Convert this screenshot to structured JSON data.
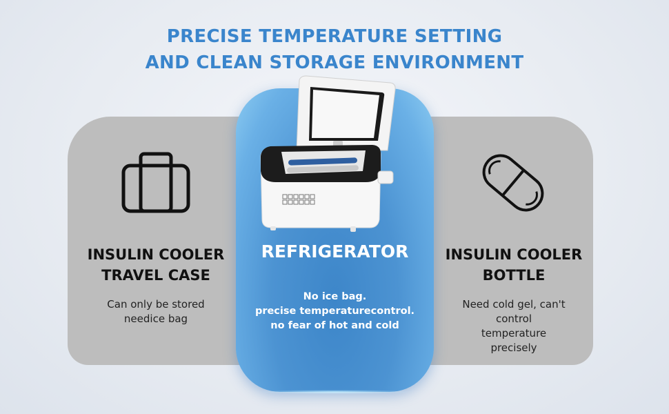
{
  "header": {
    "title_line1": "PRECISE TEMPERATURE SETTING",
    "title_line2": "AND CLEAN STORAGE ENVIRONMENT",
    "title_color": "#3a85cc"
  },
  "cards": [
    {
      "icon": "suitcase-icon",
      "heading_line1": "INSULIN COOLER",
      "heading_line2": "TRAVEL CASE",
      "desc_lines": [
        "Can only be stored",
        "needice bag"
      ],
      "bg_color": "#bdbdbd"
    },
    {
      "icon": "portable-fridge-image",
      "heading_line1": "REFRIGERATOR",
      "desc_lines": [
        "No ice bag.",
        "precise temperaturecontrol.",
        "no fear of hot and cold"
      ],
      "bg_color": "#4c93d2"
    },
    {
      "icon": "capsule-pill-icon",
      "heading_line1": "INSULIN COOLER",
      "heading_line2": "BOTTLE",
      "desc_lines": [
        "Need cold gel, can't",
        "control",
        "temperature",
        "precisely"
      ],
      "bg_color": "#bdbdbd"
    }
  ]
}
